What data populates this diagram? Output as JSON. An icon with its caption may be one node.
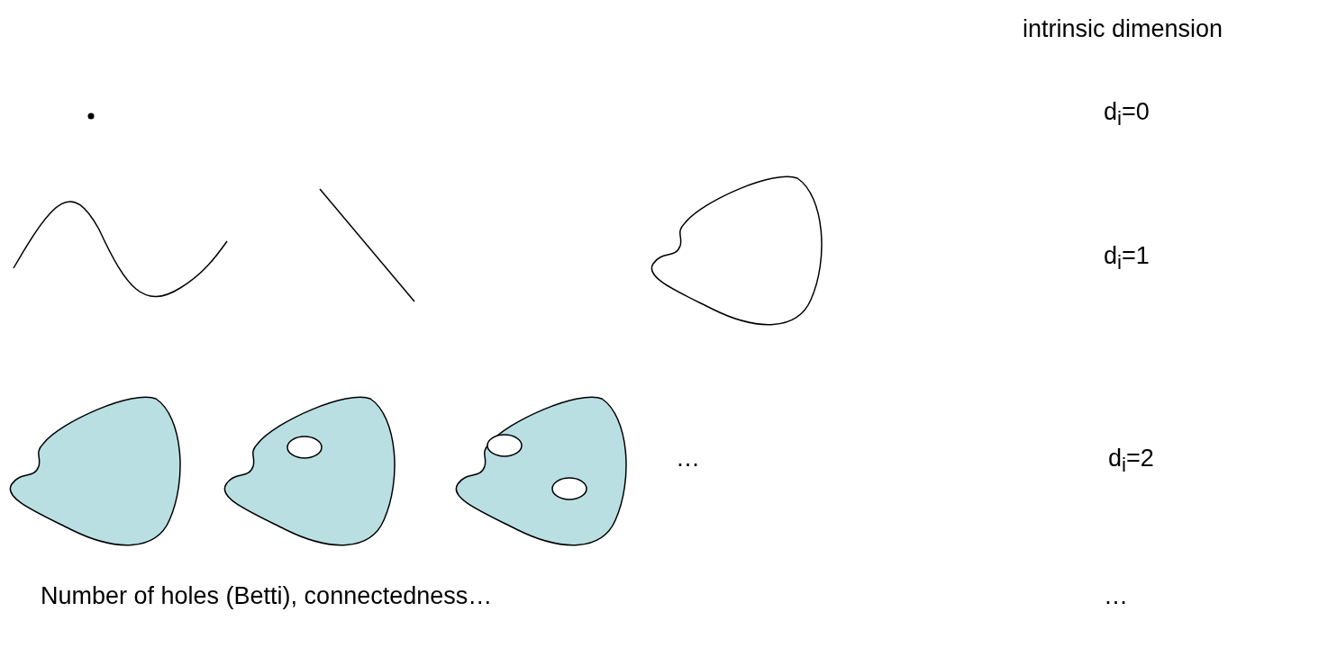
{
  "diagram": {
    "labels": [
      "intrinsic dimension",
      "d$_{i}$=0",
      "d$_{i}$=1",
      "…",
      "d$_{i}$=2",
      "Number of holes (Betti), connectedness…",
      "…"
    ]
  }
}
